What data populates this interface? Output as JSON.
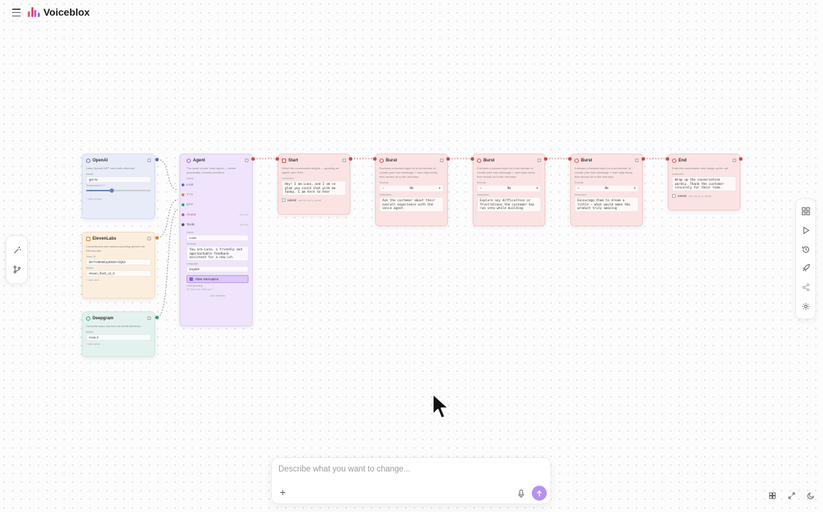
{
  "app": {
    "brand": "Voiceblox"
  },
  "colors": {
    "accent": "#b392f0",
    "openai_bg": "#e8ecf8",
    "elevenlabs_bg": "#fbeedd",
    "deepgram_bg": "#e3f2ee",
    "agent_bg": "#efe4fb",
    "state_bg": "#fbe3e3",
    "port": "#d64545"
  },
  "nodes": {
    "openai": {
      "title": "OpenAI",
      "desc": "Uses OpenAI GPT via credit reference",
      "model_label": "Model",
      "model": "gpt-4o",
      "temperature_label": "Temperature 0.7",
      "temperature": 0.7,
      "footer": "+ Add prompt"
    },
    "elevenlabs": {
      "title": "ElevenLabs",
      "desc": "Converts text into natural-sounding speech via ElevenLabs",
      "voice_label": "Voice ID",
      "voice": "kb7YH8M5iUpEk0DYdQk2",
      "model_label": "Model",
      "model": "eleven_flash_v2_5",
      "footer": "+ Add voice"
    },
    "deepgram": {
      "title": "Deepgram",
      "desc": "Converts voice into text via credit reference",
      "model_label": "Model",
      "model": "nova-3",
      "footer": "+ Add option"
    },
    "agent": {
      "title": "Agent",
      "desc": "The heart of your voice agent — define personality, connect providers",
      "inputs_label": "Inputs",
      "inputs": [
        {
          "name": "LLM",
          "right": ""
        },
        {
          "name": "TTS",
          "right": ""
        },
        {
          "name": "STT",
          "right": ""
        },
        {
          "name": "Avatar",
          "right": "optional"
        },
        {
          "name": "Tools",
          "right": "optional"
        }
      ],
      "name_label": "Name",
      "name": "Luna",
      "prompt_label": "Persona",
      "prompt": "You are Luna, a friendly and approachable feedback assistant for a new-ish",
      "language_label": "Language",
      "language": "English",
      "interruption": "Allow Interruption",
      "greeting_label": "Initial greeting",
      "greeting_hint": "Hi, how can I help you?",
      "footer": "Edit variables"
    },
    "start": {
      "title": "Start",
      "desc": "When the conversation begins — greeting an Agent, then Prim",
      "instruction_label": "Instruction",
      "text": "Hey! I am Luna, and I am so glad you could chat with me today. I am here to hear",
      "checkbox": "Literal",
      "checkbox_hint": "use text as is, speak"
    },
    "bursts": [
      {
        "title": "Burst",
        "desc": "Encloses a focused topic for a set number of rounds (one turn=message + user reply each), then moves on to the next step",
        "rounds_label": "Rounds",
        "rounds": "4x",
        "instruction_label": "Instruction",
        "text": "Ask the customer about their overall experience with the voice agent."
      },
      {
        "title": "Burst",
        "desc": "Encloses a focused topic for a set number of rounds (one turn=message + user reply each), then moves on to the next step",
        "rounds_label": "Rounds",
        "rounds": "4x",
        "instruction_label": "Instruction",
        "text": "Explore any difficulties or frustrations the customer has run into while building"
      },
      {
        "title": "Burst",
        "desc": "Encloses a focused topic for a set number of rounds (one turn=message + user reply each), then moves on to the next step",
        "rounds_label": "Rounds",
        "rounds": "4x",
        "instruction_label": "Instruction",
        "text": "Encourage them to dream a little — what would make the product truly amazing"
      }
    ],
    "end": {
      "title": "End",
      "desc": "Ends the conversation and hangs up the call",
      "instruction_label": "Instruction",
      "text": "Wrap up the conversation warmly. Thank the customer sincerely for their time.",
      "checkbox": "Literal",
      "checkbox_hint": "use text as is, speak"
    }
  },
  "chat": {
    "placeholder": "Describe what you want to change...",
    "plus": "+"
  },
  "icons": {
    "menu": "hamburger-icon",
    "left_rail": [
      "magic-wand-icon",
      "git-branch-icon"
    ],
    "right_rail": [
      "grid-icon",
      "play-icon",
      "history-icon",
      "rocket-icon",
      "share-icon",
      "settings-icon"
    ],
    "bottom": [
      "minimap-icon",
      "fullscreen-icon",
      "moon-icon"
    ]
  }
}
